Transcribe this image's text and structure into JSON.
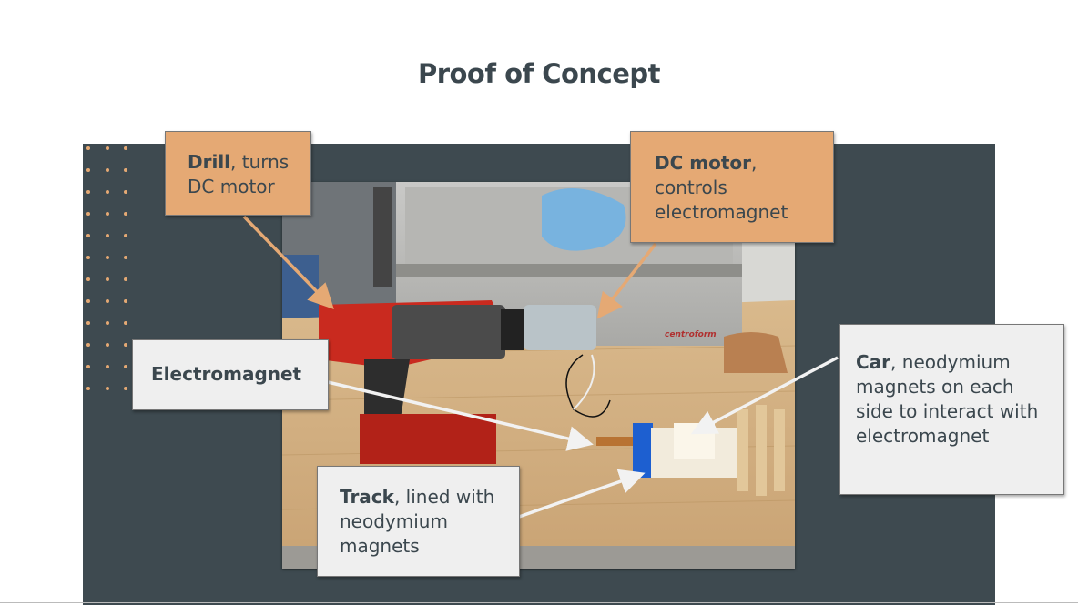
{
  "slide": {
    "title": "Proof of Concept",
    "colors": {
      "panel": "#3e4a50",
      "accent": "#e5a974",
      "callout_grey": "#efefef",
      "text": "#3b474e"
    },
    "callouts": {
      "drill": {
        "bold": "Drill",
        "rest": ", turns DC motor"
      },
      "dc_motor": {
        "bold": "DC motor",
        "rest": ",",
        "line2": "controls",
        "line3": "electromagnet"
      },
      "electromagnet": {
        "bold": "Electromagnet"
      },
      "car": {
        "bold": "Car",
        "rest": ", neodymium magnets on each side to interact with electromagnet"
      },
      "track": {
        "bold": "Track",
        "rest": ", lined with neodymium magnets"
      }
    },
    "photo": {
      "brand_label": "centroform"
    }
  }
}
